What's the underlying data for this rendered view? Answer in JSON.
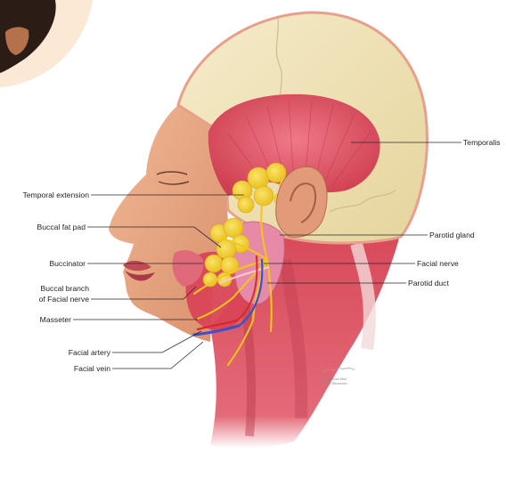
{
  "labels": {
    "temporalis": "Temporalis",
    "temporal_extension": "Temporal extension",
    "buccal_fat_pad": "Buccal fat pad",
    "buccinator": "Buccinator",
    "buccal_branch_line1": "Buccal branch",
    "buccal_branch_line2": "of Facial nerve",
    "masseter": "Masseter",
    "facial_artery": "Facial artery",
    "facial_vein": "Facial vein",
    "parotid_gland": "Parotid gland",
    "facial_nerve": "Facial nerve",
    "parotid_duct": "Parotid duct"
  },
  "credit": {
    "line1": "©2019 Noomi Ideal",
    "line2": "Health Illustrations"
  },
  "colors": {
    "skin": "#e8a882",
    "skull": "#efe3b8",
    "muscle": "#d9495a",
    "fat": "#f3d33a",
    "nerve": "#f0c419",
    "artery": "#d42a2a",
    "vein": "#3a52c8",
    "gland": "#e586a8"
  }
}
